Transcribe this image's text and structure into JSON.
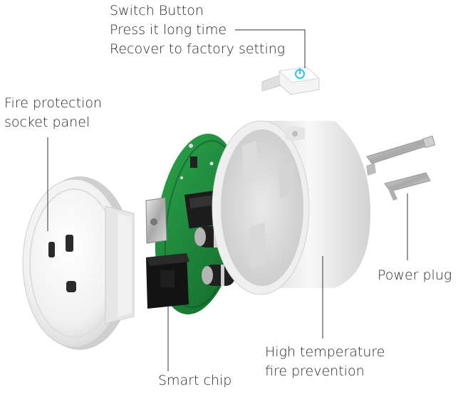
{
  "labels": {
    "switch_button": {
      "line1": "Switch Button",
      "line2": "Press it long time",
      "line3": "Recover to factory setting"
    },
    "fire_panel": {
      "line1": "Fire protection",
      "line2": "socket panel"
    },
    "power_plug": "Power plug",
    "high_temp": {
      "line1": "High temperature",
      "line2": "fire prevention"
    },
    "smart_chip": "Smart chip"
  },
  "colors": {
    "background": "#ffffff",
    "pcb_green": "#1f8a3c",
    "housing_white": "#f2f2f2",
    "relay_black": "#141414",
    "leader_line": "#333333",
    "switch_led": "#2ec4f0"
  }
}
